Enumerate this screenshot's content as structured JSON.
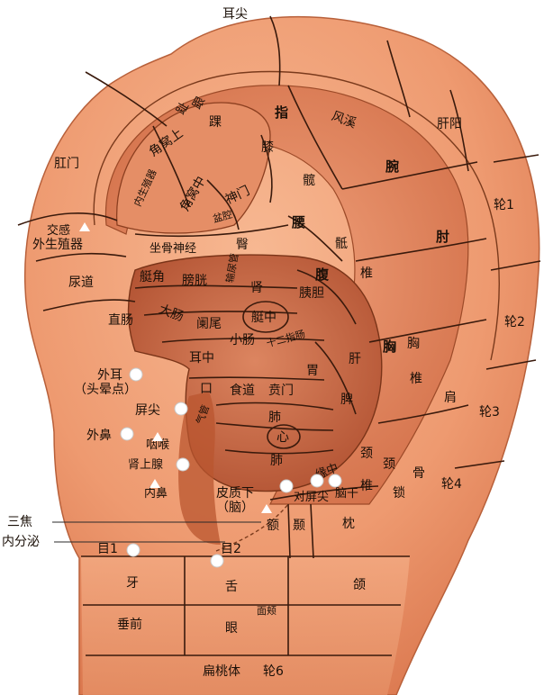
{
  "labels": {
    "er_jian": "耳尖",
    "gang_men": "肛门",
    "zhi": "指",
    "feng_xi": "风溪",
    "gan_yang": "肝阳",
    "wan": "腕",
    "lun1": "轮1",
    "zhou": "肘",
    "lun2": "轮2",
    "jian": "肩",
    "lun3": "轮3",
    "lun4": "轮4",
    "suo": "锁",
    "gu": "骨",
    "jing_a": "颈",
    "jing_b": "颈",
    "zhui_a": "椎",
    "zhui_b": "椎",
    "zhui_c": "椎",
    "xiong_a": "胸",
    "xiong_b": "胸",
    "yao": "腰",
    "di": "骶",
    "xi": "膝",
    "kuan": "髋",
    "huai": "踝",
    "zhi_toe": "趾",
    "gen": "跟",
    "jiao_wo_shang": "角窝上",
    "jiao_wo_zhong": "角窝中",
    "nei_sheng_zhi_qi": "内生殖器",
    "shen_men": "神门",
    "pen_qiang": "盆腔",
    "bi": "臀",
    "zuo_gu_shen_jing": "坐骨神经",
    "jiao_gan": "交感",
    "wai_sheng_zhi_qi": "外生殖器",
    "niao_dao": "尿道",
    "zhi_chang": "直肠",
    "ting_jiao": "艇角",
    "pang_guang": "膀胱",
    "shu_niao_guan": "输尿管",
    "shen": "肾",
    "yi_dan": "胰胆",
    "fu": "腹",
    "da_chang": "大肠",
    "lan_wei": "阑尾",
    "ting_zhong": "艇中",
    "xiao_chang": "小肠",
    "shi_er_zhi_chang": "十二指肠",
    "er_zhong": "耳中",
    "gan": "肝",
    "wei": "胃",
    "pi": "脾",
    "kou": "口",
    "shi_dao": "食道",
    "ben_men": "贲门",
    "qi_guan": "气管",
    "fei_a": "肺",
    "fei_b": "肺",
    "xin": "心",
    "wai_er": "外耳",
    "tou_yun_dian": "（头晕点）",
    "ping_jian": "屏尖",
    "wai_bi": "外鼻",
    "yan_hou": "咽喉",
    "shen_shang_xian": "肾上腺",
    "nei_bi": "内鼻",
    "yuan_zhong": "缘中",
    "dui_ping_jian": "对屏尖",
    "nao_gan": "脑干",
    "pi_zhi_xia": "皮质下",
    "nao": "（脑）",
    "e": "额",
    "nie": "颞",
    "zhen": "枕",
    "san_jiao": "三焦",
    "nei_fen_mi": "内分泌",
    "mu1": "目1",
    "mu2": "目2",
    "ya": "牙",
    "she": "舌",
    "he": "颌",
    "chui_qian": "垂前",
    "yan": "眼",
    "mian_jia": "面颊",
    "bian_tao_ti": "扁桃体",
    "lun6": "轮6"
  },
  "colors": {
    "skin_outer": "#f2a27a",
    "skin_mid": "#e9875e",
    "skin_dark": "#c65c36",
    "concha": "#a84a2a",
    "line": "#3a1a0c"
  }
}
